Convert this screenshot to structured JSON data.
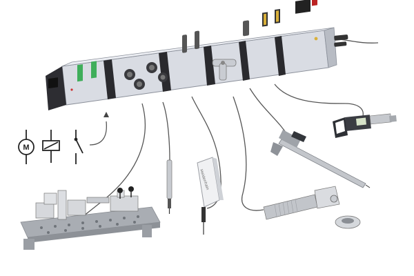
{
  "colors": {
    "housing": "#d9dce3",
    "housing_top": "#eceef3",
    "housing_edge": "#8a8f99",
    "separator": "#2a2a2e",
    "cable": "#555555",
    "green_terminal": "#3fae5a",
    "indicator": "#d9b03a",
    "fixture_plate": "#a9adb3",
    "tool_dark": "#333338"
  },
  "symbols": {
    "motor_letter": "M"
  },
  "devices": {
    "probe_brand": "Heidenhain",
    "icons": [
      "motor-symbol",
      "relay-coil-symbol",
      "switch-symbol",
      "fixture",
      "length-gauge",
      "display-unit",
      "bore-gauge",
      "setting-ring",
      "caliper",
      "micrometer"
    ]
  }
}
